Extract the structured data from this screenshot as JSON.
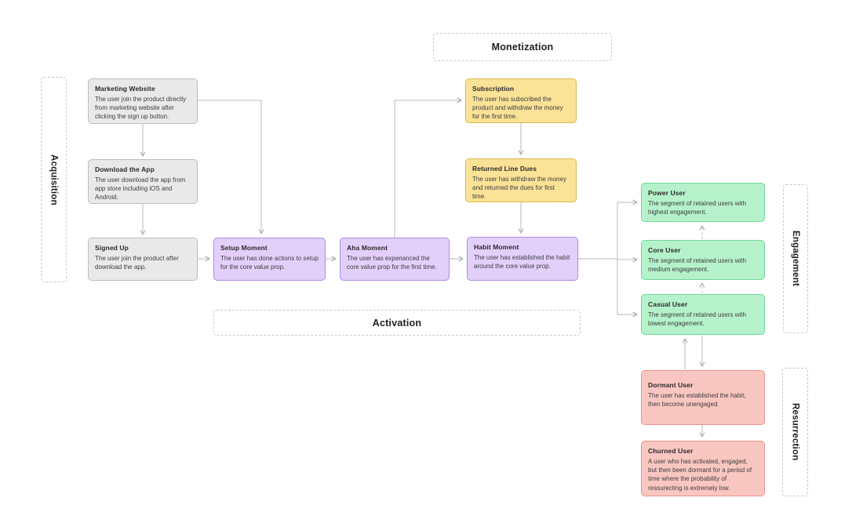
{
  "diagram": {
    "type": "flowchart",
    "background": "#ffffff",
    "connector_color": "#b3b3b3"
  },
  "groups": {
    "acquisition": {
      "label": "Acquisition"
    },
    "monetization": {
      "label": "Monetization"
    },
    "activation": {
      "label": "Activation"
    },
    "engagement": {
      "label": "Engagement"
    },
    "resurrection": {
      "label": "Resurrection"
    }
  },
  "nodes": {
    "marketing_website": {
      "title": "Marketing Website",
      "description": "The user join the product directly from marketing website after clicking the sign up button.",
      "color": "#e9e9e9"
    },
    "download_app": {
      "title": "Download the App",
      "description": "The user download the app from app store including iOS and Android.",
      "color": "#e9e9e9"
    },
    "signed_up": {
      "title": "Signed Up",
      "description": "The user join the product after download the app.",
      "color": "#e9e9e9"
    },
    "setup_moment": {
      "title": "Setup Moment",
      "description": "The user has done actions to setup for the core value prop.",
      "color": "#e2cffa"
    },
    "aha_moment": {
      "title": "Aha Moment",
      "description": "The user has experianced the core value prop for the first time.",
      "color": "#e2cffa"
    },
    "habit_moment": {
      "title": "Habit Moment",
      "description": "The user has established the habit around the core value prop.",
      "color": "#e2cffa"
    },
    "subscription": {
      "title": "Subscription",
      "description": "The user has subscribed the product and withdraw the money for the first time.",
      "color": "#fae297"
    },
    "returned_line_dues": {
      "title": "Returned Line Dues",
      "description": "The user has withdraw the money and returned the dues for first time.",
      "color": "#fae297"
    },
    "power_user": {
      "title": "Power User",
      "description": "The segment of retained users with highest engagement.",
      "color": "#b5f2cb"
    },
    "core_user": {
      "title": "Core User",
      "description": "The segment of retained users with medium engagement.",
      "color": "#b5f2cb"
    },
    "casual_user": {
      "title": "Casual User",
      "description": "The segment of retained users with lowest engagement.",
      "color": "#b5f2cb"
    },
    "dormant_user": {
      "title": "Dormant User",
      "description": "The user has established the habit, then become unengaged.",
      "color": "#f9c6c1"
    },
    "churned_user": {
      "title": "Churned User",
      "description": "A user who has activated, engaged, but then been dormant for a period of time where the probability of ressurecting is extremely low.",
      "color": "#f9c6c1"
    }
  },
  "colors": {
    "gray_fill": "#e9e9e9",
    "gray_border": "#bdbdbd",
    "purple_fill": "#e2cffa",
    "purple_border": "#b08ae8",
    "yellow_fill": "#fae297",
    "yellow_border": "#ddb74e",
    "green_fill": "#b5f2cb",
    "green_border": "#72d79b",
    "red_fill": "#f9c6c1",
    "red_border": "#ec938b"
  }
}
